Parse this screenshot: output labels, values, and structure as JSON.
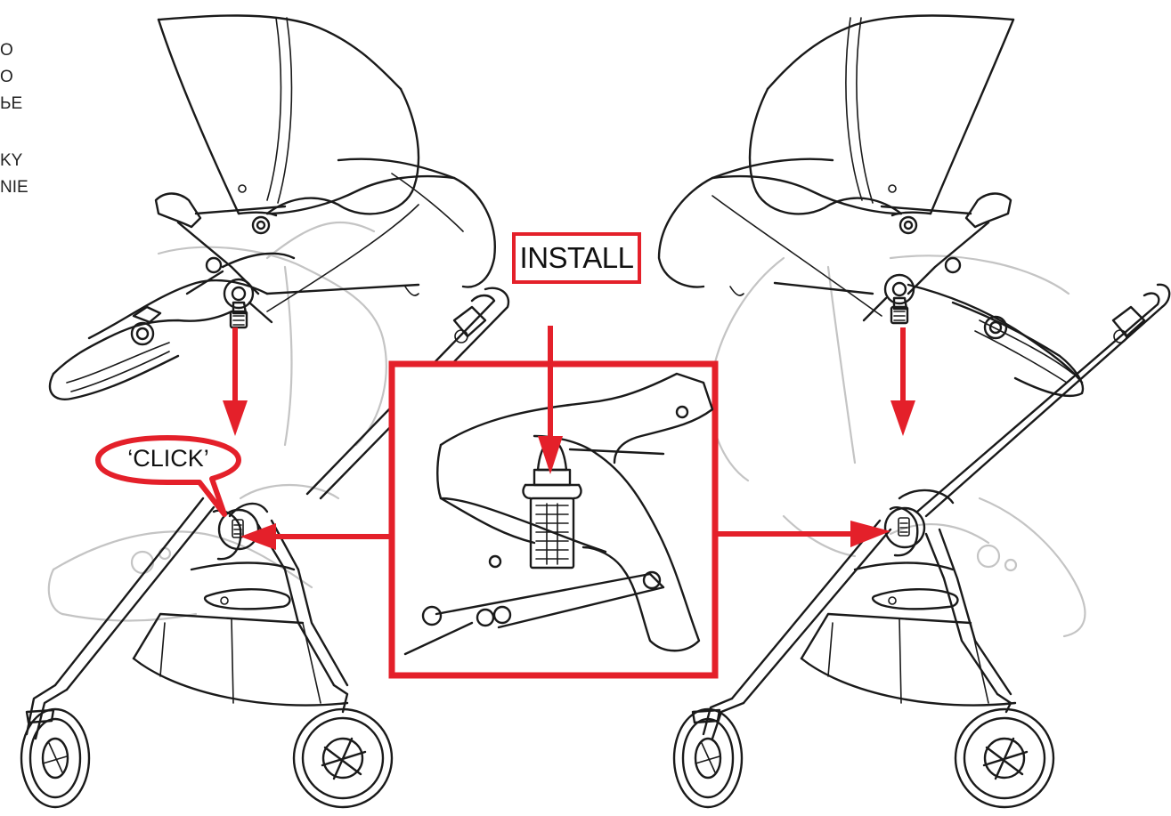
{
  "side_text": [
    "O",
    "O",
    "ЬЕ",
    "KY",
    "NIE"
  ],
  "labels": {
    "install": "INSTALL",
    "click": "‘CLICK’"
  },
  "colors": {
    "accent": "#e4202a",
    "line": "#1a1a1a",
    "ghost": "#c4c4c4"
  }
}
